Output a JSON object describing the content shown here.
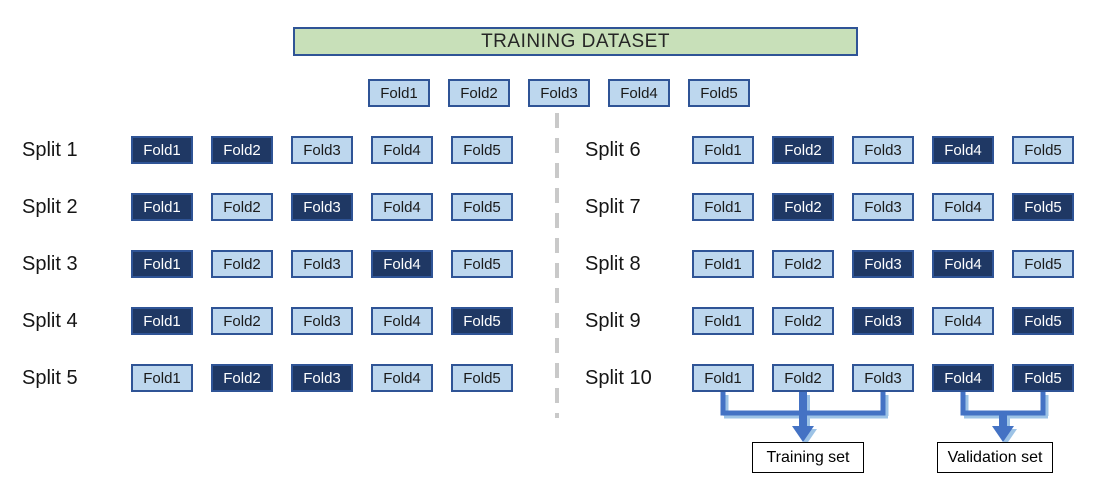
{
  "header": {
    "title": "TRAINING DATASET"
  },
  "header_folds": [
    {
      "label": "Fold1"
    },
    {
      "label": "Fold2"
    },
    {
      "label": "Fold3"
    },
    {
      "label": "Fold4"
    },
    {
      "label": "Fold5"
    }
  ],
  "splits": [
    {
      "label": "Split 1",
      "folds": [
        {
          "label": "Fold1",
          "state": "dark"
        },
        {
          "label": "Fold2",
          "state": "dark"
        },
        {
          "label": "Fold3",
          "state": "light"
        },
        {
          "label": "Fold4",
          "state": "light"
        },
        {
          "label": "Fold5",
          "state": "light"
        }
      ]
    },
    {
      "label": "Split 2",
      "folds": [
        {
          "label": "Fold1",
          "state": "dark"
        },
        {
          "label": "Fold2",
          "state": "light"
        },
        {
          "label": "Fold3",
          "state": "dark"
        },
        {
          "label": "Fold4",
          "state": "light"
        },
        {
          "label": "Fold5",
          "state": "light"
        }
      ]
    },
    {
      "label": "Split 3",
      "folds": [
        {
          "label": "Fold1",
          "state": "dark"
        },
        {
          "label": "Fold2",
          "state": "light"
        },
        {
          "label": "Fold3",
          "state": "light"
        },
        {
          "label": "Fold4",
          "state": "dark"
        },
        {
          "label": "Fold5",
          "state": "light"
        }
      ]
    },
    {
      "label": "Split 4",
      "folds": [
        {
          "label": "Fold1",
          "state": "dark"
        },
        {
          "label": "Fold2",
          "state": "light"
        },
        {
          "label": "Fold3",
          "state": "light"
        },
        {
          "label": "Fold4",
          "state": "light"
        },
        {
          "label": "Fold5",
          "state": "dark"
        }
      ]
    },
    {
      "label": "Split 5",
      "folds": [
        {
          "label": "Fold1",
          "state": "light"
        },
        {
          "label": "Fold2",
          "state": "dark"
        },
        {
          "label": "Fold3",
          "state": "dark"
        },
        {
          "label": "Fold4",
          "state": "light"
        },
        {
          "label": "Fold5",
          "state": "light"
        }
      ]
    },
    {
      "label": "Split 6",
      "folds": [
        {
          "label": "Fold1",
          "state": "light"
        },
        {
          "label": "Fold2",
          "state": "dark"
        },
        {
          "label": "Fold3",
          "state": "light"
        },
        {
          "label": "Fold4",
          "state": "dark"
        },
        {
          "label": "Fold5",
          "state": "light"
        }
      ]
    },
    {
      "label": "Split 7",
      "folds": [
        {
          "label": "Fold1",
          "state": "light"
        },
        {
          "label": "Fold2",
          "state": "dark"
        },
        {
          "label": "Fold3",
          "state": "light"
        },
        {
          "label": "Fold4",
          "state": "light"
        },
        {
          "label": "Fold5",
          "state": "dark"
        }
      ]
    },
    {
      "label": "Split 8",
      "folds": [
        {
          "label": "Fold1",
          "state": "light"
        },
        {
          "label": "Fold2",
          "state": "light"
        },
        {
          "label": "Fold3",
          "state": "dark"
        },
        {
          "label": "Fold4",
          "state": "dark"
        },
        {
          "label": "Fold5",
          "state": "light"
        }
      ]
    },
    {
      "label": "Split 9",
      "folds": [
        {
          "label": "Fold1",
          "state": "light"
        },
        {
          "label": "Fold2",
          "state": "light"
        },
        {
          "label": "Fold3",
          "state": "dark"
        },
        {
          "label": "Fold4",
          "state": "light"
        },
        {
          "label": "Fold5",
          "state": "dark"
        }
      ]
    },
    {
      "label": "Split 10",
      "folds": [
        {
          "label": "Fold1",
          "state": "light"
        },
        {
          "label": "Fold2",
          "state": "light"
        },
        {
          "label": "Fold3",
          "state": "light"
        },
        {
          "label": "Fold4",
          "state": "dark"
        },
        {
          "label": "Fold5",
          "state": "dark"
        }
      ]
    }
  ],
  "annotations": {
    "training_set": "Training set",
    "validation_set": "Validation set"
  },
  "colors": {
    "header_fill": "#C8E0B9",
    "box_border": "#2F5496",
    "light_fold_fill": "#BDD7EE",
    "dark_fold_fill": "#1F3864",
    "arrow_blue": "#4472C4",
    "arrow_highlight": "#9DC3E6",
    "divider_gray": "#C9C9C9"
  }
}
